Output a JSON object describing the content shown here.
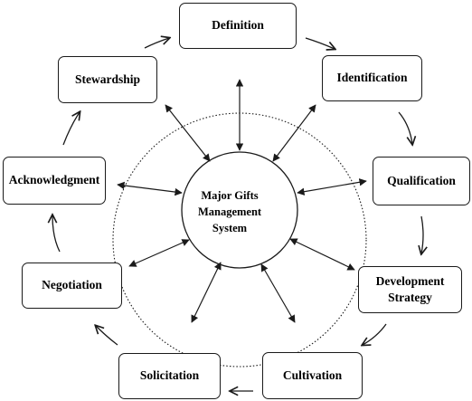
{
  "diagram": {
    "center": {
      "label": "Major Gifts\nManagement\nSystem"
    },
    "stages": [
      {
        "id": "definition",
        "label": "Definition"
      },
      {
        "id": "identification",
        "label": "Identification"
      },
      {
        "id": "qualification",
        "label": "Qualification"
      },
      {
        "id": "development-strategy",
        "label": "Development\nStrategy"
      },
      {
        "id": "cultivation",
        "label": "Cultivation"
      },
      {
        "id": "solicitation",
        "label": "Solicitation"
      },
      {
        "id": "negotiation",
        "label": "Negotiation"
      },
      {
        "id": "acknowledgment",
        "label": "Acknowledgment"
      },
      {
        "id": "stewardship",
        "label": "Stewardship"
      }
    ],
    "colors": {
      "stroke": "#1a1a1a",
      "background": "#ffffff"
    }
  }
}
